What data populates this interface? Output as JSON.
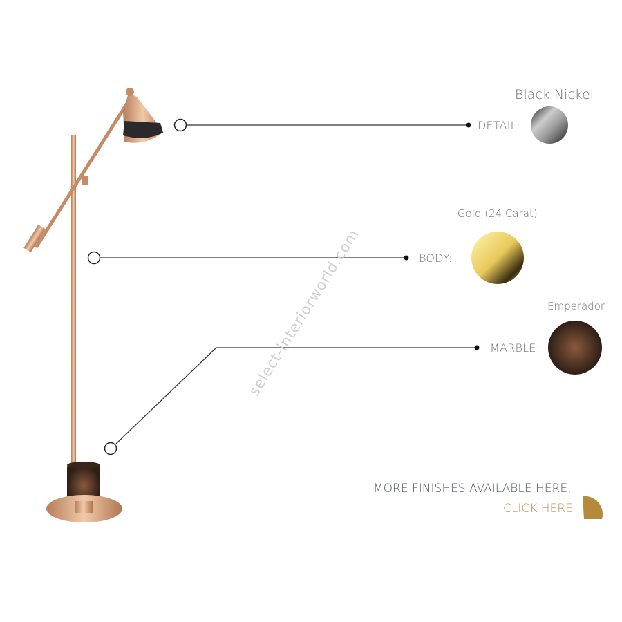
{
  "watermark": "select-interiorworld.com",
  "detail": {
    "label": "DETAIL:",
    "finish": "Black Nickel"
  },
  "body": {
    "label": "BODY:",
    "finish": "Gold (24 Carat)"
  },
  "marble": {
    "label": "MARBLE:",
    "finish": "Emperador"
  },
  "more": {
    "text": "MORE FINISHES AVAILABLE HERE:",
    "link": "CLICK HERE"
  },
  "colors": {
    "gold": "#c9936a",
    "marble": "#5a3a26",
    "line": "#333333"
  }
}
